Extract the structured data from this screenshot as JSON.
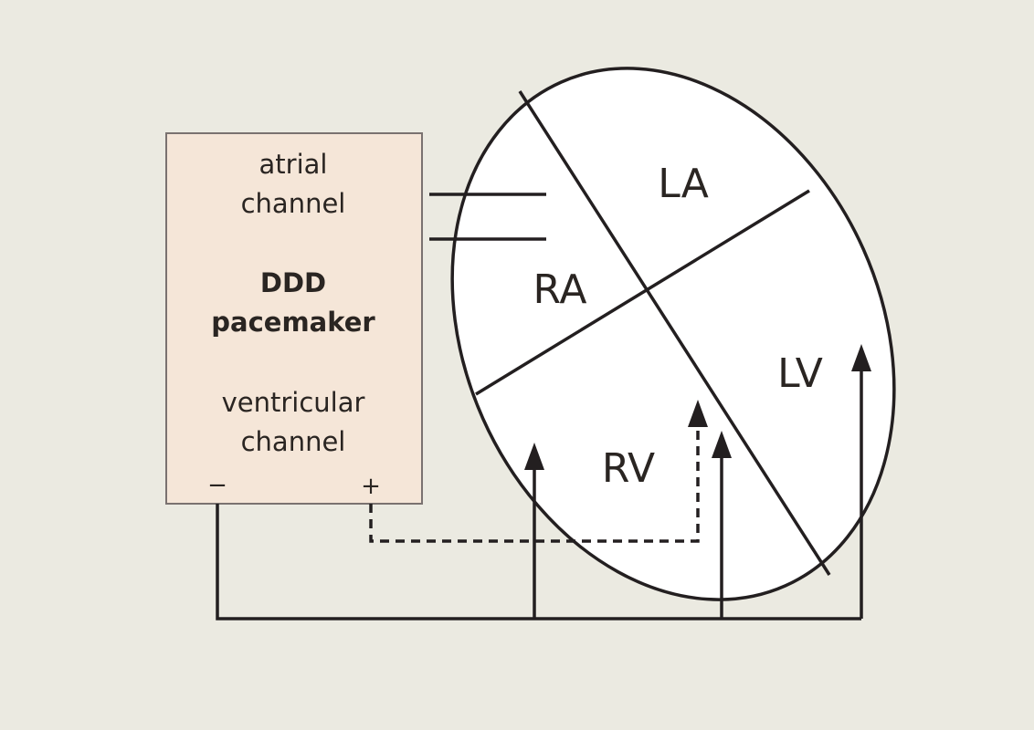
{
  "pacemaker": {
    "atrial_line1": "atrial",
    "atrial_line2": "channel",
    "name_line1": "DDD",
    "name_line2": "pacemaker",
    "ventricular_line1": "ventricular",
    "ventricular_line2": "channel",
    "minus": "−",
    "plus": "+"
  },
  "heart": {
    "la": "LA",
    "ra": "RA",
    "lv": "LV",
    "rv": "RV"
  },
  "colors": {
    "background": "#ebeae1",
    "box_fill": "#f5e6d8",
    "box_stroke": "#7a7270",
    "line": "#231f20",
    "heart_fill": "#ffffff"
  }
}
